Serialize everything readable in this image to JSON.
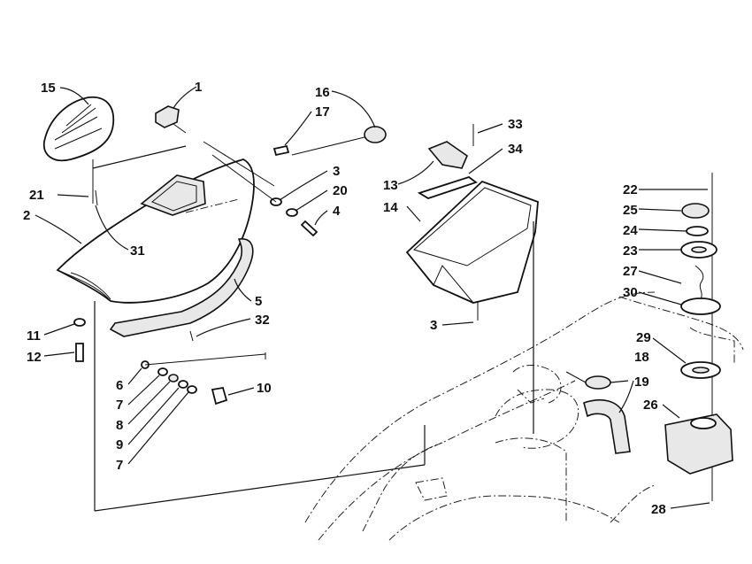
{
  "callouts": {
    "c1": "1",
    "c2": "2",
    "c3a": "3",
    "c3b": "3",
    "c4": "4",
    "c5": "5",
    "c6": "6",
    "c7a": "7",
    "c7b": "7",
    "c8": "8",
    "c9": "9",
    "c10": "10",
    "c11": "11",
    "c12": "12",
    "c13": "13",
    "c14": "14",
    "c15": "15",
    "c16": "16",
    "c17": "17",
    "c18": "18",
    "c19": "19",
    "c20": "20",
    "c21": "21",
    "c22": "22",
    "c23": "23",
    "c24": "24",
    "c25": "25",
    "c26": "26",
    "c27": "27",
    "c28": "28",
    "c29": "29",
    "c30": "30",
    "c31": "31",
    "c32": "32",
    "c33": "33",
    "c34": "34"
  }
}
